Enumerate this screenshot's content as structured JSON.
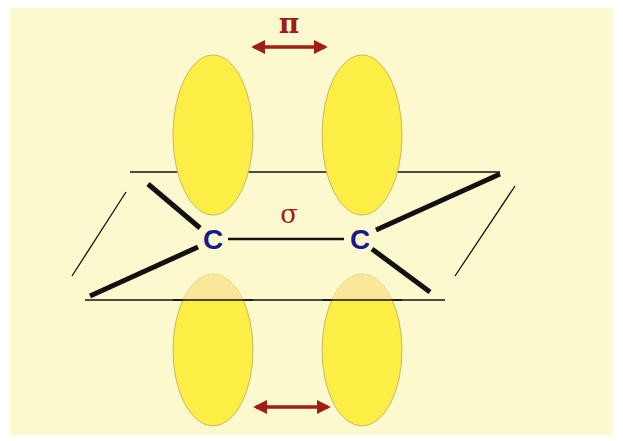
{
  "diagram": {
    "labels": [
      "π",
      "σ",
      "C",
      "C"
    ]
  }
}
